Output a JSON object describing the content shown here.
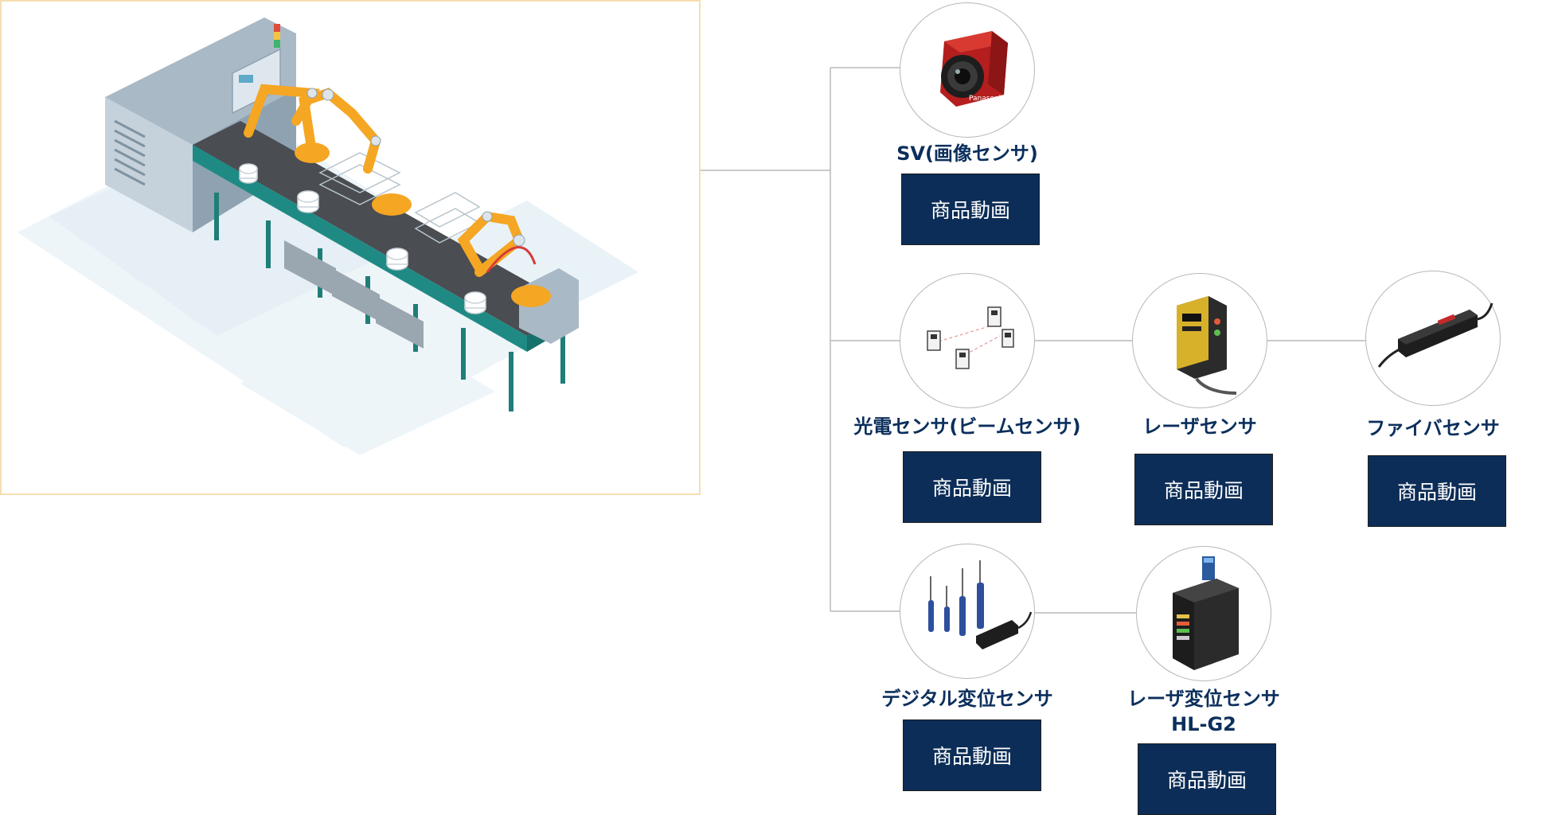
{
  "products": [
    {
      "id": "sv",
      "name": "SV(画像センサ)",
      "name2": "",
      "button": "商品動画"
    },
    {
      "id": "beam",
      "name": "光電センサ(ビームセンサ)",
      "name2": "",
      "button": "商品動画"
    },
    {
      "id": "laser",
      "name": "レーザセンサ",
      "name2": "",
      "button": "商品動画"
    },
    {
      "id": "fiber",
      "name": "ファイバセンサ",
      "name2": "",
      "button": "商品動画"
    },
    {
      "id": "digital",
      "name": "デジタル変位センサ",
      "name2": "",
      "button": "商品動画"
    },
    {
      "id": "hlg2",
      "name": "レーザ変位センサ",
      "name2": "HL-G2",
      "button": "商品動画"
    }
  ],
  "camera_brand": "Panasonic",
  "colors": {
    "navy": "#0c2d57",
    "label": "#0b2f5c",
    "connector": "#b9b9b9",
    "panel_border": "#f5deb0",
    "robot": "#f5a623",
    "conveyor": "#4a4d52",
    "rail": "#1f8a84"
  }
}
